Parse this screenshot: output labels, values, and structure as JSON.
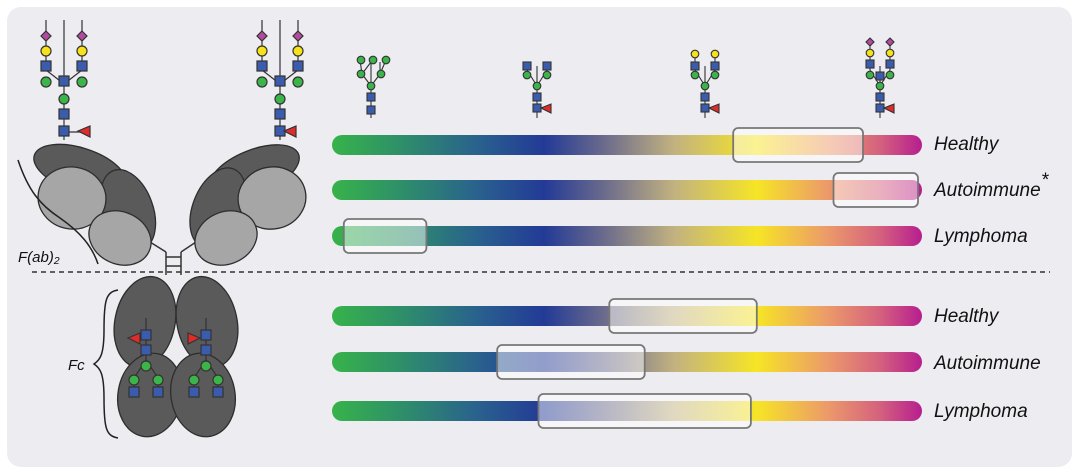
{
  "labels": {
    "fab": "F(ab)₂",
    "fc": "Fc",
    "asterisk": "*"
  },
  "fab_rows": [
    {
      "label": "Healthy",
      "box_range": [
        0.68,
        0.9
      ]
    },
    {
      "label": "Autoimmune",
      "box_range": [
        0.85,
        1.0
      ]
    },
    {
      "label": "Lymphoma",
      "box_range": [
        0.02,
        0.16
      ]
    }
  ],
  "fc_rows": [
    {
      "label": "Healthy",
      "box_range": [
        0.47,
        0.72
      ]
    },
    {
      "label": "Autoimmune",
      "box_range": [
        0.28,
        0.53
      ]
    },
    {
      "label": "Lymphoma",
      "box_range": [
        0.35,
        0.71
      ]
    }
  ],
  "glycan_icons": [
    "complex-glycan-icon",
    "core-fucosylated-glycan-icon",
    "galactosylated-glycan-icon",
    "sialylated-glycan-icon"
  ],
  "colors": {
    "panel_bg": "#ececf1",
    "heavy_chain": "#5a5a5a",
    "light_chain": "#a6a6a6",
    "mannose_green": "#3bb54a",
    "glcnac_blue": "#3b5bac",
    "galactose_yellow": "#f5e21b",
    "sialic_purple": "#b24a9e",
    "fucose_red": "#e02b2b",
    "highlight_box": "#777777"
  }
}
